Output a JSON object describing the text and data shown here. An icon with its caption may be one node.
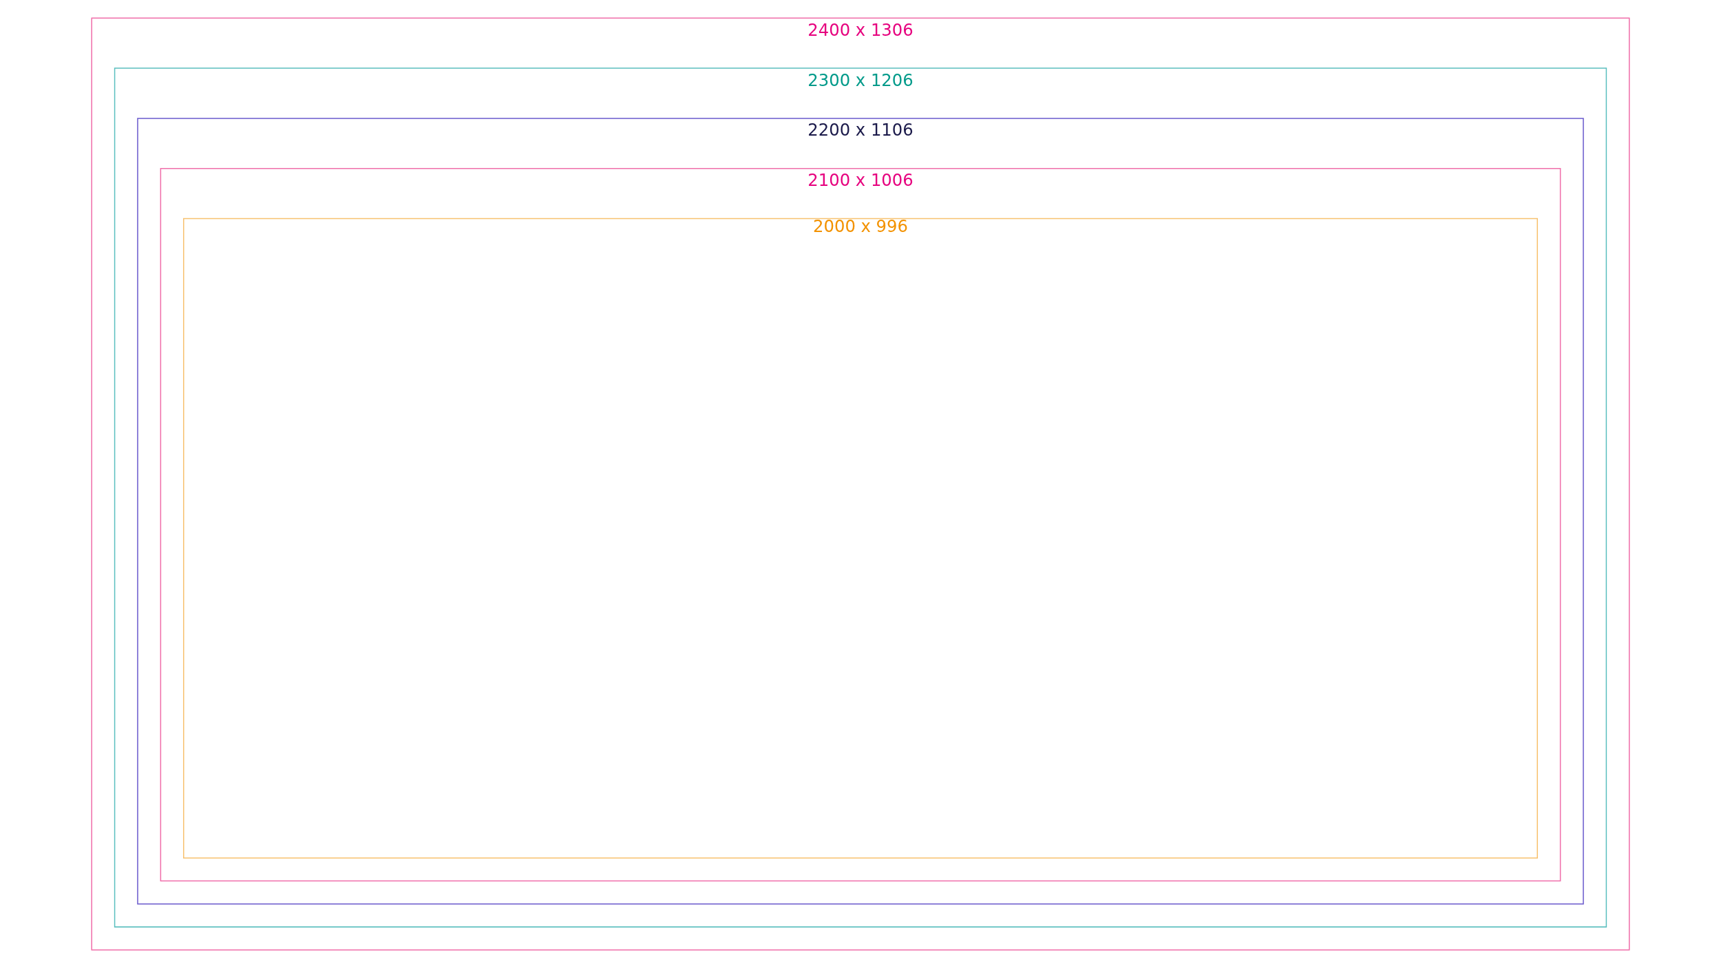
{
  "diagram": {
    "nodes": [
      {
        "text": [
          "2400 x 1306"
        ]
      },
      {
        "text": [
          "2300 x 1206"
        ],
        "in": 0
      },
      {
        "text": [
          "2200 x 1106"
        ],
        "in": 1
      },
      {
        "text": [
          "2100 x 1006"
        ],
        "in": 2
      },
      {
        "text": [
          "2000 x 996"
        ],
        "in": 3
      }
    ]
  }
}
